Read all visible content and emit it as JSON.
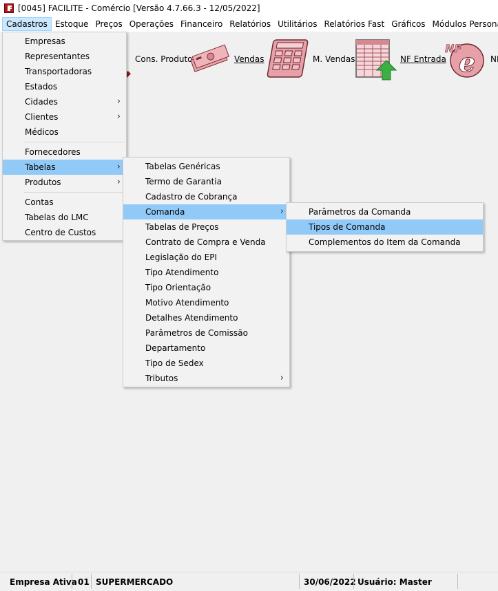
{
  "window": {
    "title": "[0045] FACILITE - Comércio [Versão 4.7.66.3 - 12/05/2022]"
  },
  "menubar": [
    {
      "label": "Cadastros"
    },
    {
      "label": "Estoque"
    },
    {
      "label": "Preços"
    },
    {
      "label": "Operações"
    },
    {
      "label": "Financeiro"
    },
    {
      "label": "Relatórios"
    },
    {
      "label": "Utilitários"
    },
    {
      "label": "Relatórios Fast"
    },
    {
      "label": "Gráficos"
    },
    {
      "label": "Módulos Personalizados"
    }
  ],
  "toolbar": {
    "cons_produto": "Cons. Produto",
    "vendas": "Vendas",
    "m_vendas": "M. Vendas",
    "nf_entrada": "NF Entrada",
    "nf_cut": "NF"
  },
  "menu_cadastros": {
    "items": [
      {
        "label": "Empresas"
      },
      {
        "label": "Representantes"
      },
      {
        "label": "Transportadoras"
      },
      {
        "label": "Estados"
      },
      {
        "label": "Cidades"
      },
      {
        "label": "Clientes"
      },
      {
        "label": "Médicos"
      },
      {
        "label": "Fornecedores"
      },
      {
        "label": "Tabelas"
      },
      {
        "label": "Produtos"
      },
      {
        "label": "Contas"
      },
      {
        "label": "Tabelas do LMC"
      },
      {
        "label": "Centro de Custos"
      }
    ]
  },
  "menu_tabelas": {
    "items": [
      {
        "label": "Tabelas Genéricas"
      },
      {
        "label": "Termo de Garantia"
      },
      {
        "label": "Cadastro de Cobrança"
      },
      {
        "label": "Comanda"
      },
      {
        "label": "Tabelas de Preços"
      },
      {
        "label": "Contrato de Compra e Venda"
      },
      {
        "label": "Legislação do EPI"
      },
      {
        "label": "Tipo Atendimento"
      },
      {
        "label": "Tipo Orientação"
      },
      {
        "label": "Motivo Atendimento"
      },
      {
        "label": "Detalhes Atendimento"
      },
      {
        "label": "Parâmetros de Comissão"
      },
      {
        "label": "Departamento"
      },
      {
        "label": "Tipo de Sedex"
      },
      {
        "label": "Tributos"
      }
    ]
  },
  "menu_comanda": {
    "items": [
      {
        "label": "Parâmetros da Comanda"
      },
      {
        "label": "Tipos de Comanda"
      },
      {
        "label": "Complementos do Item da Comanda"
      }
    ]
  },
  "statusbar": {
    "empresa_label": "Empresa Ativa",
    "empresa_code": "01",
    "empresa_name": "SUPERMERCADO",
    "date": "30/06/2022",
    "user": "Usuário: Master"
  },
  "colors": {
    "highlight": "#91c9f7",
    "menubar_active": "#cce8ff",
    "icon_pink": "#e8a0a8",
    "icon_green": "#3cb043"
  }
}
